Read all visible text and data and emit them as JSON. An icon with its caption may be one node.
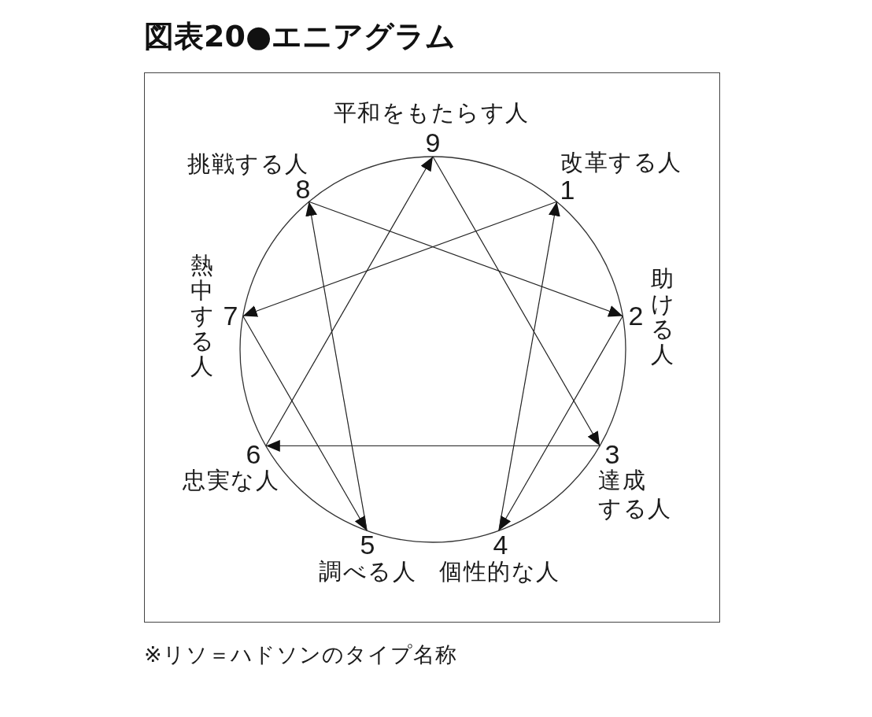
{
  "diagram": {
    "title": "図表20●エニアグラム",
    "caption": "※リソ＝ハドソンのタイプ名称",
    "nodes": [
      {
        "text": [
          "9"
        ],
        "beside": [
          "平和をもたらす人"
        ]
      },
      {
        "text": [
          "8"
        ],
        "beside": [
          "挑戦する人"
        ]
      },
      {
        "text": [
          "1"
        ],
        "beside": [
          "改革する人"
        ]
      },
      {
        "text": [
          "7"
        ],
        "beside": [
          "熱中する人"
        ]
      },
      {
        "text": [
          "2"
        ],
        "beside": [
          "助ける人"
        ]
      },
      {
        "text": [
          "6"
        ],
        "beside": [
          "忠実な人"
        ]
      },
      {
        "text": [
          "3"
        ],
        "beside": [
          "達成する人"
        ]
      },
      {
        "text": [
          "5"
        ],
        "beside": [
          "調べる人"
        ]
      },
      {
        "text": [
          "4"
        ],
        "beside": [
          "個性的な人"
        ]
      }
    ],
    "edges": [
      {
        "from": 2,
        "to": 3,
        "arrow": "to"
      },
      {
        "from": 3,
        "to": 7,
        "arrow": "to"
      },
      {
        "from": 7,
        "to": 1,
        "arrow": "to"
      },
      {
        "from": 1,
        "to": 4,
        "arrow": "to"
      },
      {
        "from": 4,
        "to": 8,
        "arrow": "to"
      },
      {
        "from": 8,
        "to": 2,
        "arrow": "to"
      },
      {
        "from": 0,
        "to": 6,
        "arrow": "to"
      },
      {
        "from": 6,
        "to": 5,
        "arrow": "to"
      },
      {
        "from": 5,
        "to": 0,
        "arrow": "to"
      }
    ]
  }
}
